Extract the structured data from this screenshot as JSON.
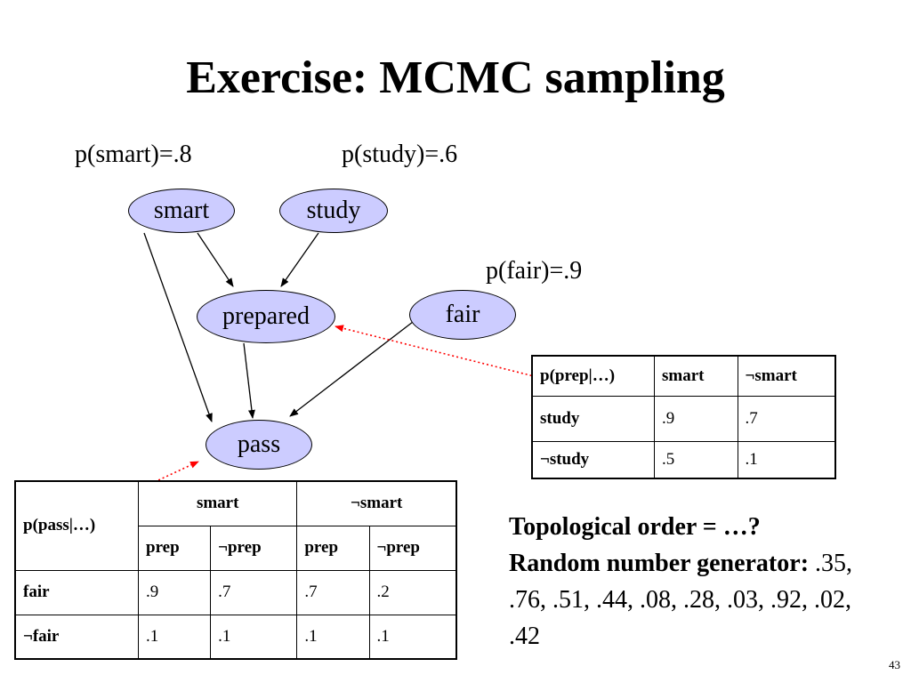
{
  "slide": {
    "title": "Exercise: MCMC sampling",
    "page_number": "43"
  },
  "priors": {
    "smart": "p(smart)=.8",
    "study": "p(study)=.6",
    "fair": "p(fair)=.9"
  },
  "nodes": {
    "smart": "smart",
    "study": "study",
    "prepared": "prepared",
    "fair": "fair",
    "pass": "pass"
  },
  "colors": {
    "node_fill": "#ccccff",
    "dotted_link": "#ff0000"
  },
  "prep_table": {
    "header": [
      "p(prep|…)",
      "smart",
      "¬smart"
    ],
    "rows": [
      {
        "label": "study",
        "values": [
          ".9",
          ".7"
        ]
      },
      {
        "label": "¬study",
        "values": [
          ".5",
          ".1"
        ]
      }
    ]
  },
  "pass_table": {
    "corner": "p(pass|…)",
    "groups": [
      "smart",
      "¬smart"
    ],
    "subheaders": [
      "prep",
      "¬prep",
      "prep",
      "¬prep"
    ],
    "rows": [
      {
        "label": "fair",
        "values": [
          ".9",
          ".7",
          ".7",
          ".2"
        ]
      },
      {
        "label": "¬fair",
        "values": [
          ".1",
          ".1",
          ".1",
          ".1"
        ]
      }
    ]
  },
  "question": {
    "topo": "Topological order = …?",
    "rng_label": "Random number generator:",
    "rng_values": " .35, .76, .51, .44, .08, .28, .03, .92, .02, .42"
  }
}
